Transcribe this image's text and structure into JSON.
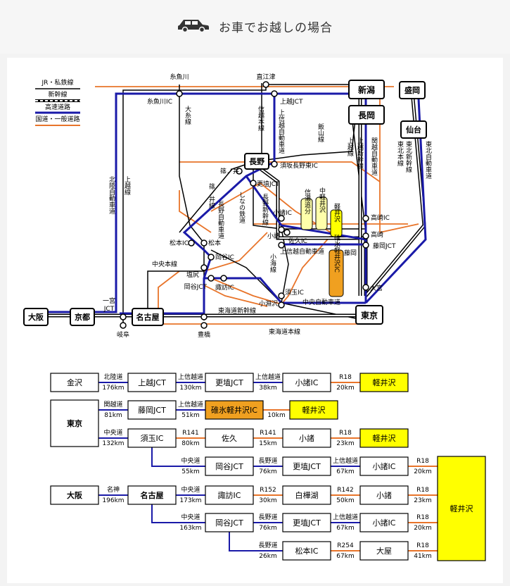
{
  "header": {
    "title": "お車でお越しの場合",
    "icon": "car-icon"
  },
  "colors": {
    "rail": "#000000",
    "shinkansen": "#000000",
    "expressway": "#1a1aa8",
    "national_road": "#e8742a",
    "highlight": "#ffff00",
    "orange_box": "#f0a020"
  },
  "legend": [
    "JR・私鉄線",
    "新幹線",
    "高速道路",
    "国道・一般道路"
  ],
  "map": {
    "stations": {
      "niigata": "新潟",
      "nagaoka": "長岡",
      "morioka": "盛岡",
      "sendai": "仙台",
      "nagano": "長野",
      "osaka": "大阪",
      "kyoto": "京都",
      "nagoya": "名古屋",
      "tokyo": "東京"
    },
    "highlight_boxes": {
      "shinano": "信濃追分",
      "nakakaruizawa": "中軽井沢",
      "karuizawa": "軽井沢",
      "usui": "碓氷軽井沢IC"
    },
    "labels": {
      "itoigawa": "糸魚川",
      "naoetsu": "直江津",
      "itoigawa_ic": "糸魚川IC",
      "joetsu_jct": "上越JCT",
      "oito_line": "大糸線",
      "shinetsu_line": "信越本線",
      "joshinetsu_exp": "上信越自動車道",
      "iiyama_line": "飯山線",
      "joetsu_line": "上越線",
      "joetsu_shinkansen": "上越新幹線",
      "kanetsu_exp": "関越自動車道",
      "tohoku_line": "東北本線",
      "tohoku_shinkansen": "東北新幹線",
      "tohoku_exp": "東北自動車道",
      "hokuriku_exp": "北陸自動車道",
      "joetsu_line_west": "上越線",
      "suzaka_ic": "須坂長野東IC",
      "shinonoi": "篠ノ井",
      "shinonoi_line": "篠ノ井線",
      "nagano_exp": "長野自動車道",
      "shinano_rail": "しなの鉄道",
      "nagano_shinkansen": "長野新幹線",
      "koshoku_jct": "更埴JCT",
      "komoro_ic": "小諸IC",
      "komoro": "小諸",
      "saku_ic": "佐久IC",
      "takasaki_ic": "高崎IC",
      "takasaki": "高崎",
      "fujioka": "藤岡",
      "fujioka_jct": "藤岡JCT",
      "joshinetsu_exp2": "上信越自動車道",
      "koumi_line": "小海線",
      "matsumoto_ic": "松本IC",
      "matsumoto": "松本",
      "okaya_ic": "岡谷IC",
      "chuo_line": "中央本線",
      "shiojiri": "塩尻",
      "okaya_jct": "岡谷JCT",
      "suwa_ic": "諏訪IC",
      "suwa": "須玉IC",
      "kobuchizawa": "小淵沢",
      "chuo_exp": "中央自動車道",
      "omiya": "大宮",
      "ichinomiya_jct1": "一宮",
      "ichinomiya_jct2": "JCT",
      "tokaido_shinkansen": "東海道新幹線",
      "tokaido_line": "東海道本線",
      "gifu": "岐阜",
      "toyohashi": "豊橋"
    }
  },
  "routes": {
    "r1": {
      "origin": "金沢",
      "s1_road": "北陸道",
      "s1_km": "176km",
      "n1": "上越JCT",
      "s2_road": "上信越道",
      "s2_km": "130km",
      "n2": "更埴JCT",
      "s3_road": "上信越道",
      "s3_km": "38km",
      "n3": "小諸IC",
      "s4_road": "R18",
      "s4_km": "20km",
      "dest": "軽井沢"
    },
    "tokyo": "東京",
    "r2": {
      "s1_road": "関越道",
      "s1_km": "81km",
      "n1": "藤岡JCT",
      "s2_road": "上信越道",
      "s2_km": "51km",
      "n2": "碓氷軽井沢IC",
      "s3_km": "10km",
      "dest": "軽井沢"
    },
    "r3": {
      "s1_road": "中央道",
      "s1_km": "132km",
      "n1": "須玉IC",
      "s2_road": "R141",
      "s2_km": "80km",
      "n2": "佐久",
      "s3_road": "R141",
      "s3_km": "15km",
      "n3": "小諸",
      "s4_road": "R18",
      "s4_km": "23km",
      "dest": "軽井沢"
    },
    "r4": {
      "s1_road": "中央道",
      "s1_km": "55km",
      "n1": "岡谷JCT",
      "s2_road": "長野道",
      "s2_km": "76km",
      "n2": "更埴JCT",
      "s3_road": "上信越道",
      "s3_km": "67km",
      "n3": "小諸IC",
      "s4_road": "R18",
      "s4_km": "20km"
    },
    "osaka": "大阪",
    "nagoya": "名古屋",
    "r5": {
      "s0_road": "名神",
      "s0_km": "196km",
      "s1_road": "中央道",
      "s1_km": "173km",
      "n1": "諏訪IC",
      "s2_road": "R152",
      "s2_km": "30km",
      "n2": "白樺湖",
      "s3_road": "R142",
      "s3_km": "50km",
      "n3": "小諸",
      "s4_road": "R18",
      "s4_km": "23km"
    },
    "r6": {
      "s1_road": "中央道",
      "s1_km": "163km",
      "n1": "岡谷JCT",
      "s2_road": "長野道",
      "s2_km": "76km",
      "n2": "更埴JCT",
      "s3_road": "上信越道",
      "s3_km": "67km",
      "n3": "小諸IC",
      "s4_road": "R18",
      "s4_km": "20km"
    },
    "r7": {
      "s1_road": "長野道",
      "s1_km": "26km",
      "n1": "松本IC",
      "s2_road": "R254",
      "s2_km": "67km",
      "n2": "大屋",
      "s3_road": "R18",
      "s3_km": "41km"
    },
    "big_dest": "軽井沢"
  }
}
